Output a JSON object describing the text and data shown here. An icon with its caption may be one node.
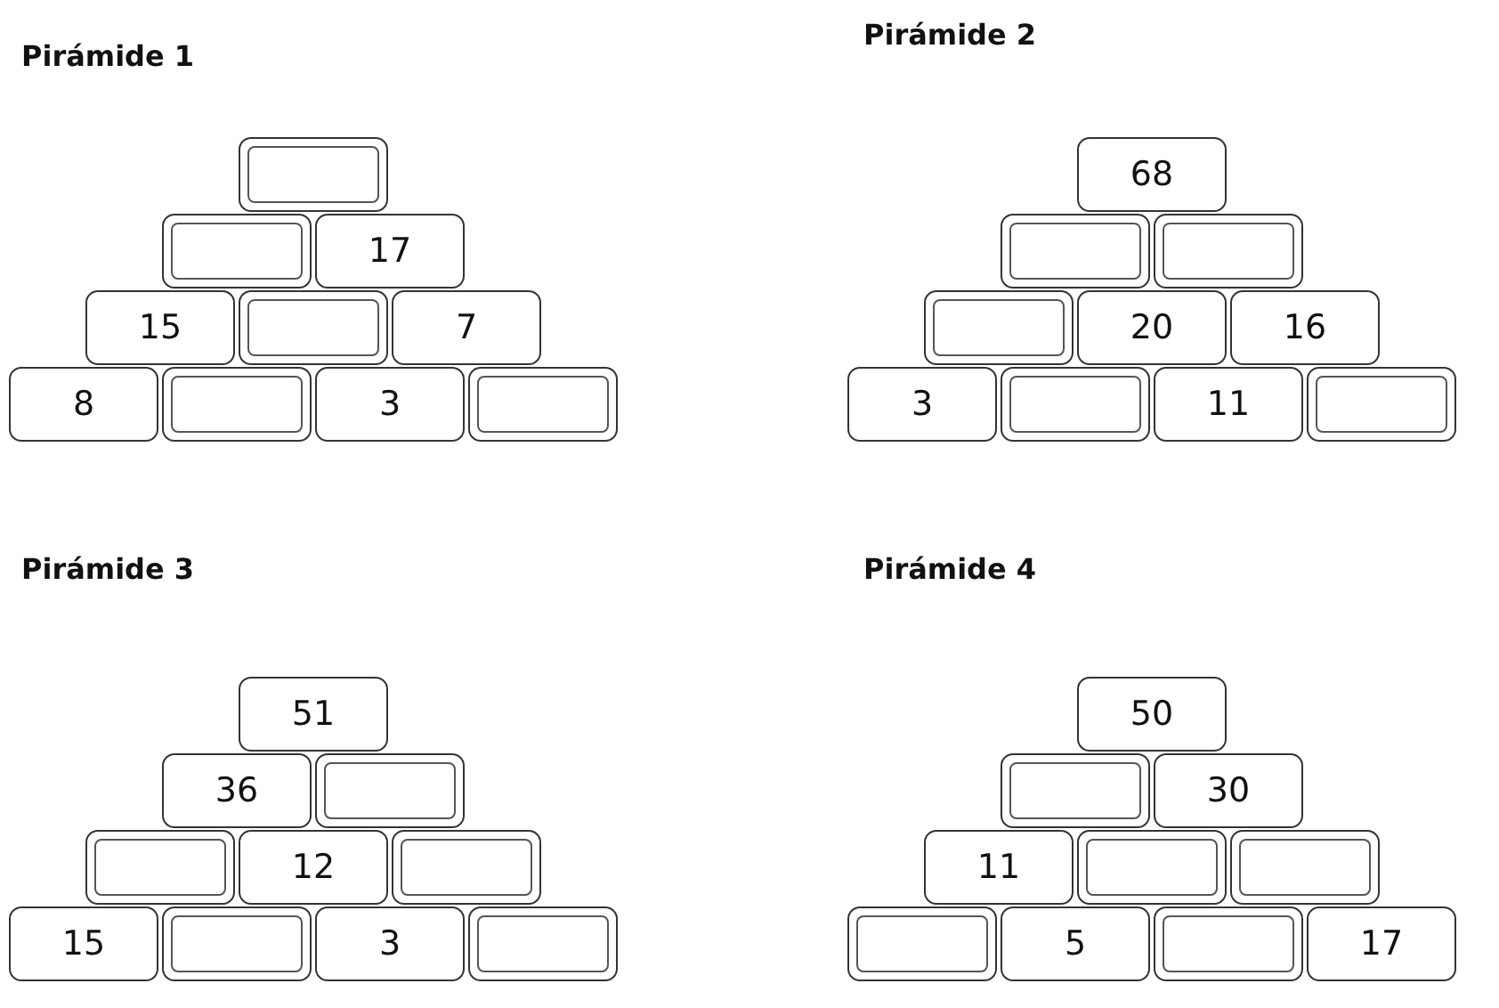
{
  "diagram": {
    "nodes": [
      {
        "text": [],
        "shape": "box"
      },
      {
        "text": [],
        "shape": "box"
      },
      {
        "text": [
          "17"
        ]
      },
      {
        "text": [
          "15"
        ]
      },
      {
        "text": [],
        "shape": "box"
      },
      {
        "text": [
          "7"
        ]
      },
      {
        "text": [
          "8"
        ]
      },
      {
        "text": [],
        "shape": "box"
      },
      {
        "text": [
          "3"
        ]
      },
      {
        "text": [],
        "shape": "box"
      },
      {
        "text": [
          "68"
        ]
      },
      {
        "text": [],
        "shape": "box"
      },
      {
        "text": [],
        "shape": "box"
      },
      {
        "text": [],
        "shape": "box"
      },
      {
        "text": [
          "20"
        ]
      },
      {
        "text": [
          "16"
        ]
      },
      {
        "text": [
          "3"
        ]
      },
      {
        "text": [],
        "shape": "box"
      },
      {
        "text": [
          "11"
        ]
      },
      {
        "text": [],
        "shape": "box"
      },
      {
        "text": [
          "51"
        ]
      },
      {
        "text": [
          "36"
        ]
      },
      {
        "text": [],
        "shape": "box"
      },
      {
        "text": [],
        "shape": "box"
      },
      {
        "text": [
          "12"
        ]
      },
      {
        "text": [],
        "shape": "box"
      },
      {
        "text": [
          "15"
        ]
      },
      {
        "text": [],
        "shape": "box"
      },
      {
        "text": [
          "3"
        ]
      },
      {
        "text": [],
        "shape": "box"
      },
      {
        "text": [
          "50"
        ]
      },
      {
        "text": [],
        "shape": "box"
      },
      {
        "text": [
          "30"
        ]
      },
      {
        "text": [
          "11"
        ]
      },
      {
        "text": [],
        "shape": "box"
      },
      {
        "text": [],
        "shape": "box"
      },
      {
        "text": [],
        "shape": "box"
      },
      {
        "text": [
          "5"
        ]
      },
      {
        "text": [],
        "shape": "box"
      },
      {
        "text": [
          "17"
        ]
      }
    ],
    "labels": [
      "Pirámide 1",
      "Pirámide 2",
      "Pirámide 3",
      "Pirámide 4"
    ]
  }
}
